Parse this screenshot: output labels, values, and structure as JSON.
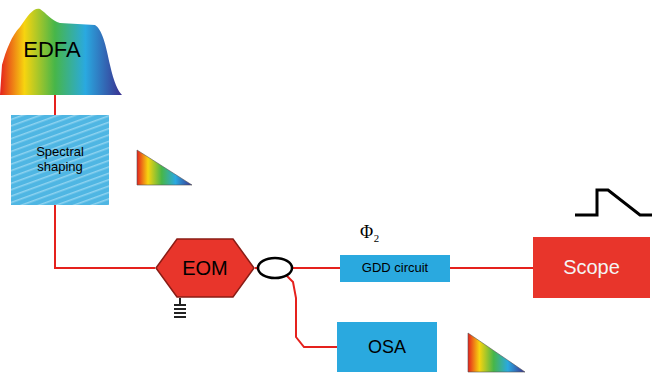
{
  "diagram": {
    "nodes": [
      {
        "text": [
          "EDFA"
        ]
      },
      {
        "text": [
          "Spectral shaping"
        ]
      },
      {
        "text": [
          "EOM"
        ]
      },
      {
        "text": [
          "GDD circuit"
        ]
      },
      {
        "text": [
          "Scope"
        ]
      },
      {
        "text": [
          "OSA"
        ]
      }
    ],
    "edges": [
      {
        "from": 0,
        "to": 1,
        "arrow": "none"
      },
      {
        "from": 1,
        "to": 2,
        "arrow": "none"
      },
      {
        "from": 2,
        "to": 3,
        "arrow": "none"
      },
      {
        "from": 2,
        "to": 5,
        "arrow": "none"
      },
      {
        "from": 3,
        "to": 4,
        "arrow": "none"
      }
    ],
    "labels": [
      "Φ₂"
    ]
  }
}
